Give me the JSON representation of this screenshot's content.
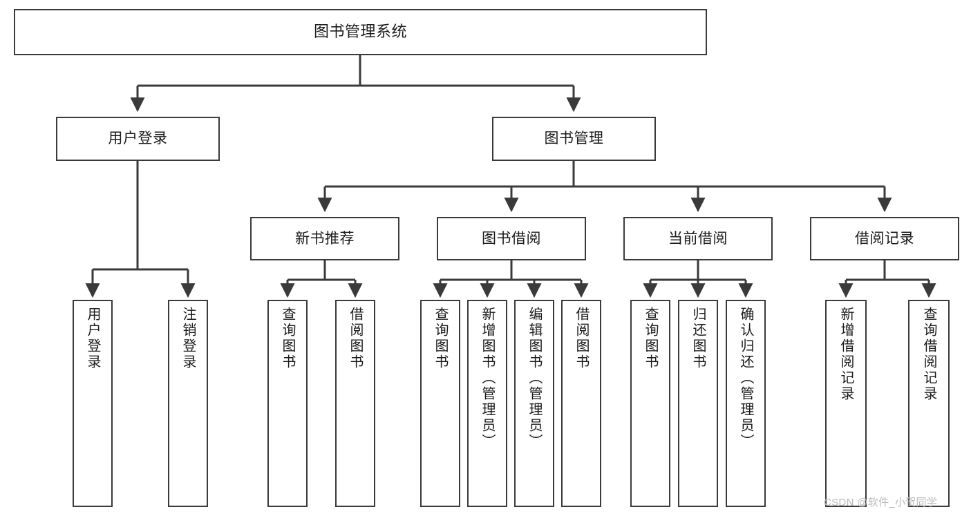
{
  "diagram": {
    "type": "tree",
    "title": "图书管理系统",
    "root": {
      "id": "root",
      "label": "图书管理系统"
    },
    "level1": [
      {
        "id": "user-login",
        "label": "用户登录"
      },
      {
        "id": "book-management",
        "label": "图书管理"
      }
    ],
    "level2": [
      {
        "id": "new-book-recommend",
        "label": "新书推荐",
        "parent": "book-management"
      },
      {
        "id": "book-borrow",
        "label": "图书借阅",
        "parent": "book-management"
      },
      {
        "id": "current-borrow",
        "label": "当前借阅",
        "parent": "book-management"
      },
      {
        "id": "borrow-record",
        "label": "借阅记录",
        "parent": "book-management"
      }
    ],
    "leaves": [
      {
        "id": "leaf-user-login",
        "label": "用户登录",
        "parent": "user-login"
      },
      {
        "id": "leaf-logout",
        "label": "注销登录",
        "parent": "user-login"
      },
      {
        "id": "leaf-query-book-1",
        "label": "查询图书",
        "parent": "new-book-recommend"
      },
      {
        "id": "leaf-borrow-book-1",
        "label": "借阅图书",
        "parent": "new-book-recommend"
      },
      {
        "id": "leaf-query-book-2",
        "label": "查询图书",
        "parent": "book-borrow"
      },
      {
        "id": "leaf-add-book",
        "label": "新增图书（管理员）",
        "parent": "book-borrow"
      },
      {
        "id": "leaf-edit-book",
        "label": "编辑图书（管理员）",
        "parent": "book-borrow"
      },
      {
        "id": "leaf-borrow-book-2",
        "label": "借阅图书",
        "parent": "book-borrow"
      },
      {
        "id": "leaf-query-book-3",
        "label": "查询图书",
        "parent": "current-borrow"
      },
      {
        "id": "leaf-return-book",
        "label": "归还图书",
        "parent": "current-borrow"
      },
      {
        "id": "leaf-confirm-return",
        "label": "确认归还（管理员）",
        "parent": "current-borrow"
      },
      {
        "id": "leaf-add-record",
        "label": "新增借阅记录",
        "parent": "borrow-record"
      },
      {
        "id": "leaf-query-record",
        "label": "查询借阅记录",
        "parent": "borrow-record"
      }
    ],
    "colors": {
      "box_border": "#3a3a3a",
      "box_fill": "#ffffff",
      "connector": "#3a3a3a",
      "text": "#1b1b1b",
      "watermark": "#b9b9b9"
    }
  },
  "watermark": {
    "text": "CSDN @软件_小贺同学"
  }
}
